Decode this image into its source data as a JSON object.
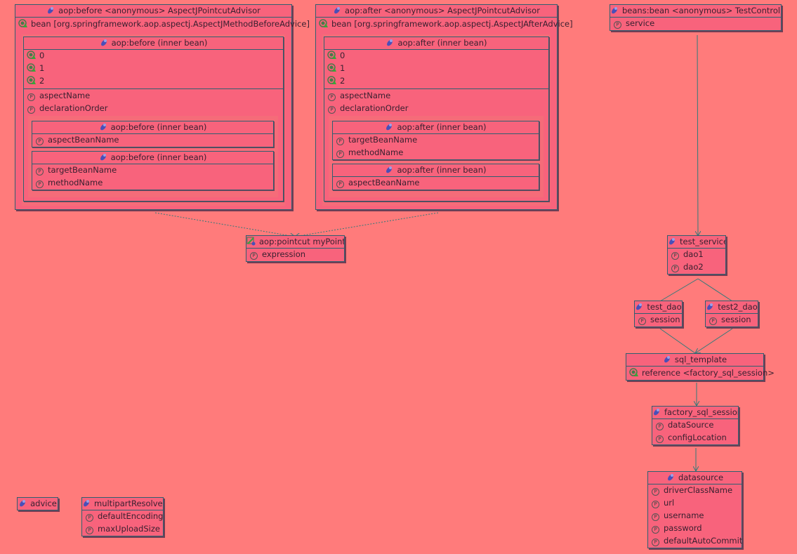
{
  "nodes": {
    "aop_before_advisor": {
      "title": "aop:before <anonymous> AspectJPointcutAdvisor",
      "bean": "bean [org.springframework.aop.aspectj.AspectJMethodBeforeAdvice]",
      "inner_title": "aop:before (inner bean)",
      "args": [
        "0",
        "1",
        "2"
      ],
      "props": [
        "aspectName",
        "declarationOrder"
      ],
      "sub1_title": "aop:before (inner bean)",
      "sub1_props": [
        "aspectBeanName"
      ],
      "sub2_title": "aop:before (inner bean)",
      "sub2_props": [
        "targetBeanName",
        "methodName"
      ]
    },
    "aop_after_advisor": {
      "title": "aop:after <anonymous> AspectJPointcutAdvisor",
      "bean": "bean [org.springframework.aop.aspectj.AspectJAfterAdvice]",
      "inner_title": "aop:after (inner bean)",
      "args": [
        "0",
        "1",
        "2"
      ],
      "props": [
        "aspectName",
        "declarationOrder"
      ],
      "sub1_title": "aop:after (inner bean)",
      "sub1_props": [
        "targetBeanName",
        "methodName"
      ],
      "sub2_title": "aop:after (inner bean)",
      "sub2_props": [
        "aspectBeanName"
      ]
    },
    "pointcut": {
      "title": "aop:pointcut myPoint",
      "props": [
        "expression"
      ]
    },
    "test_controller": {
      "title": "beans:bean <anonymous> TestController",
      "props": [
        "service"
      ]
    },
    "test_service": {
      "title": "test_service",
      "props": [
        "dao1",
        "dao2"
      ]
    },
    "test_dao": {
      "title": "test_dao",
      "props": [
        "session"
      ]
    },
    "test2_dao": {
      "title": "test2_dao",
      "props": [
        "session"
      ]
    },
    "sql_template": {
      "title": "sql_template",
      "ref": "reference <factory_sql_session>"
    },
    "factory_sql_session": {
      "title": "factory_sql_session",
      "props": [
        "dataSource",
        "configLocation"
      ]
    },
    "datasource": {
      "title": "datasource",
      "props": [
        "driverClassName",
        "url",
        "username",
        "password",
        "defaultAutoCommit"
      ]
    },
    "advice": {
      "title": "advice"
    },
    "multipart_resolver": {
      "title": "multipartResolver",
      "props": [
        "defaultEncoding",
        "maxUploadSize"
      ]
    }
  },
  "colors": {
    "background": "#FF7B7B",
    "node_fill": "#F8637C",
    "border": "#2F5F70",
    "edge": "#2F7A7A"
  },
  "icons": {
    "bean": "bean-icon",
    "property": "property-icon",
    "constructor_arg": "constructor-arg-icon",
    "pointcut": "pointcut-icon"
  }
}
